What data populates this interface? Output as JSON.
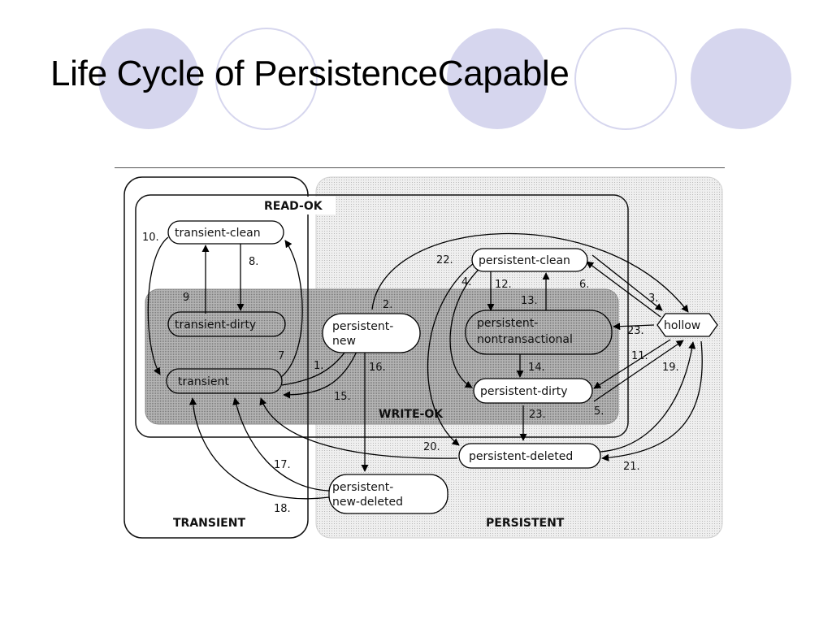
{
  "slide": {
    "title": "Life Cycle of PersistenceCapable",
    "decoration_colors": {
      "filled": "#d6d6ee",
      "outlined": "#d6d6ee"
    }
  },
  "diagram": {
    "regions": {
      "read_ok": "READ-OK",
      "write_ok": "WRITE-OK",
      "transient": "TRANSIENT",
      "persistent": "PERSISTENT"
    },
    "states": {
      "transient_clean": "transient-clean",
      "transient_dirty": "transient-dirty",
      "transient": "transient",
      "persistent_new": [
        "persistent-",
        "new"
      ],
      "persistent_clean": "persistent-clean",
      "persistent_nontransactional": [
        "persistent-",
        "nontransactional"
      ],
      "persistent_dirty": "persistent-dirty",
      "hollow": "hollow",
      "persistent_deleted": "persistent-deleted",
      "persistent_new_deleted": [
        "persistent-",
        "new-deleted"
      ]
    },
    "transitions": {
      "t1": "1.",
      "t2": "2.",
      "t3": "3.",
      "t4": "4.",
      "t5": "5.",
      "t6": "6.",
      "t7": "7",
      "t8": "8.",
      "t9": "9",
      "t10": "10.",
      "t11": "11.",
      "t12": "12.",
      "t13": "13.",
      "t14": "14.",
      "t15": "15.",
      "t16": "16.",
      "t17": "17.",
      "t18": "18.",
      "t19": "19.",
      "t20": "20.",
      "t21": "21.",
      "t22": "22.",
      "t23a": "23.",
      "t23b": "23."
    }
  }
}
